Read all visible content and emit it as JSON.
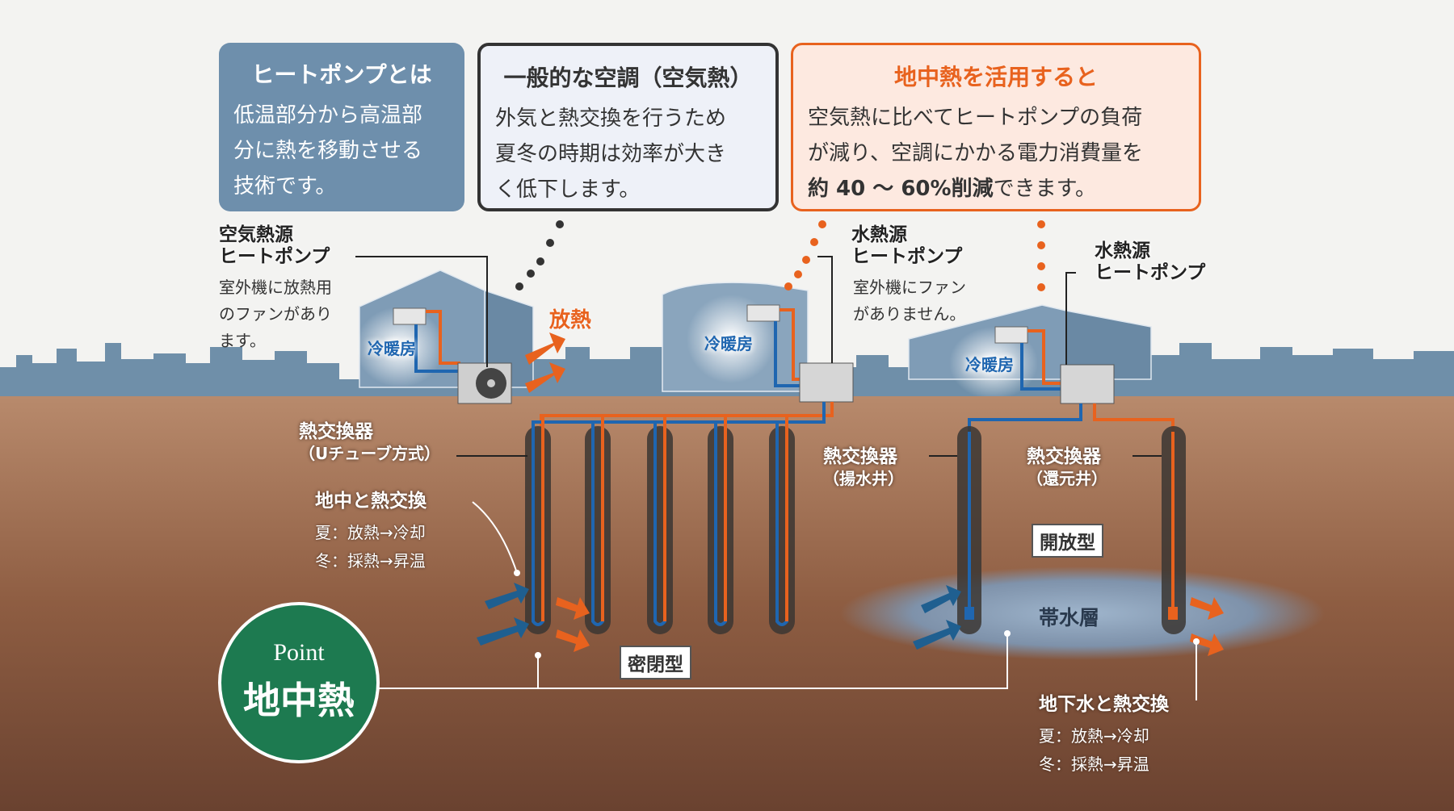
{
  "boxes": {
    "heat_pump": {
      "title": "ヒートポンプとは",
      "lines": [
        "低温部分から高温部",
        "分に熱を移動させる",
        "技術です。"
      ]
    },
    "air": {
      "title": "一般的な空調（空気熱）",
      "lines": [
        "外気と熱交換を行うため",
        "夏冬の時期は効率が大き",
        "く低下します。"
      ]
    },
    "geo": {
      "title": "地中熱を活用すると",
      "lines": [
        "空気熱に比べてヒートポンプの負荷",
        "が減り、空調にかかる電力消費量を"
      ],
      "bold": "約 40 ～ 60%削減",
      "tail": "できます。"
    }
  },
  "labels": {
    "air_hp": [
      "空気熱源",
      "ヒートポンプ"
    ],
    "air_hp_note": [
      "室外機に放熱用",
      "のファンがあり",
      "ます。"
    ],
    "heat_release": "放熱",
    "water_hp1": [
      "水熱源",
      "ヒートポンプ"
    ],
    "water_hp1_note": [
      "室外機にファン",
      "がありません。"
    ],
    "water_hp2": [
      "水熱源",
      "ヒートポンプ"
    ],
    "building": "冷暖房",
    "hx_utube": [
      "熱交換器",
      "（Uチューブ方式）"
    ],
    "ground_exchange": {
      "title": "地中と熱交換",
      "summer": "夏：放熱→冷却",
      "winter": "冬：採熱→昇温"
    },
    "hx_pump": [
      "熱交換器",
      "（揚水井）"
    ],
    "hx_return": [
      "熱交換器",
      "（還元井）"
    ],
    "open_type": "開放型",
    "closed_type": "密閉型",
    "aquifer": "帯水層",
    "groundwater_exchange": {
      "title": "地下水と熱交換",
      "summer": "夏：放熱→冷却",
      "winter": "冬：採熱→昇温"
    },
    "point": {
      "small": "Point",
      "big": "地中熱"
    }
  },
  "colors": {
    "blue_box": "#6e8fac",
    "orange": "#e8621e",
    "pipe_blue": "#1f66b0",
    "green": "#1d7a50",
    "ground": "#8a5a40"
  }
}
